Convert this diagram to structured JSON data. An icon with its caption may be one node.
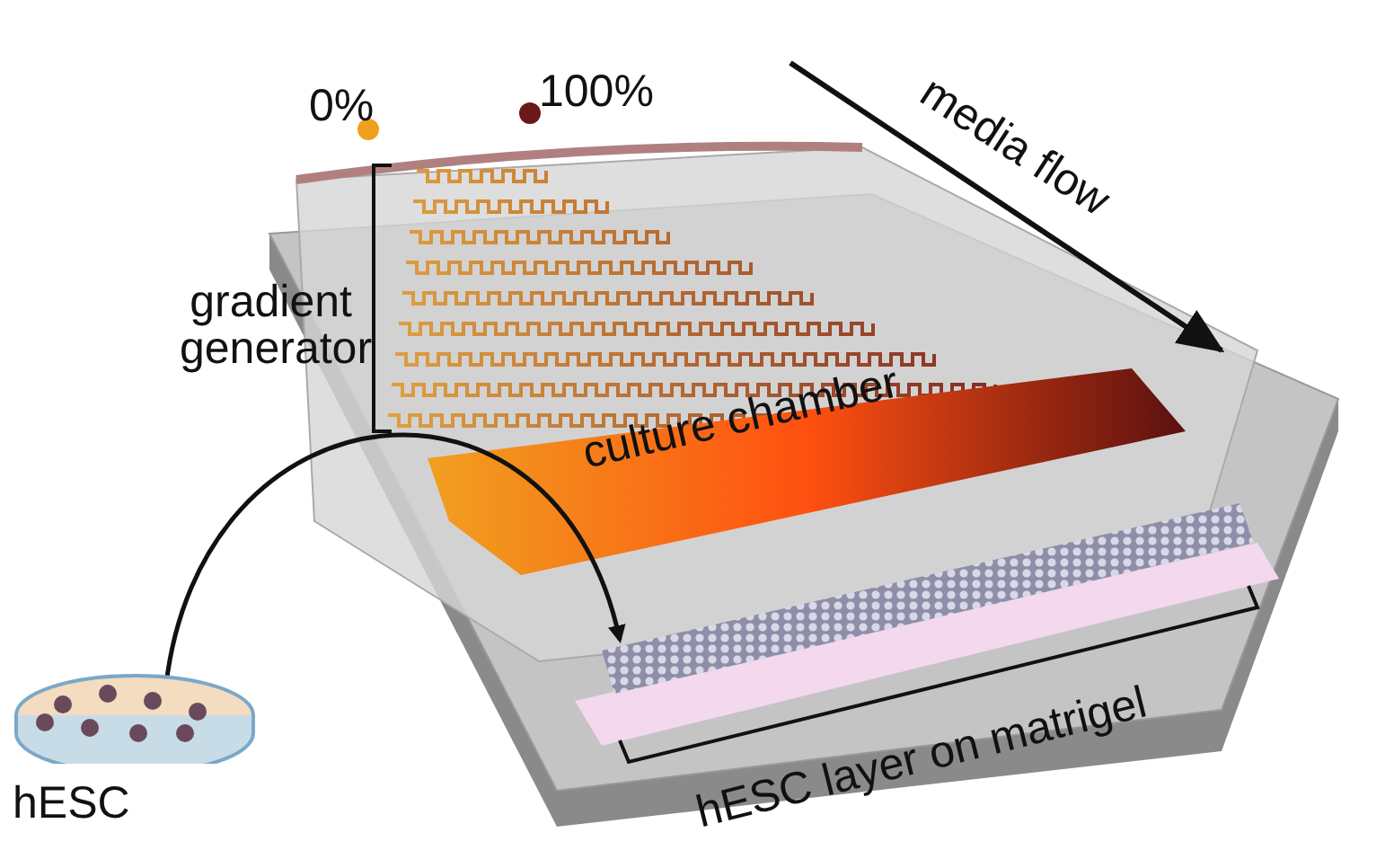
{
  "diagram": {
    "nodes": [
      {
        "text": [
          "hESC"
        ]
      },
      {
        "text": [
          "hESC layer on matrigel"
        ]
      }
    ],
    "edges": [
      {
        "from": 0,
        "to": 1,
        "arrow": "to"
      }
    ],
    "labels": [
      "0%",
      "100%",
      "media flow",
      "gradient generator",
      "culture chamber"
    ]
  }
}
